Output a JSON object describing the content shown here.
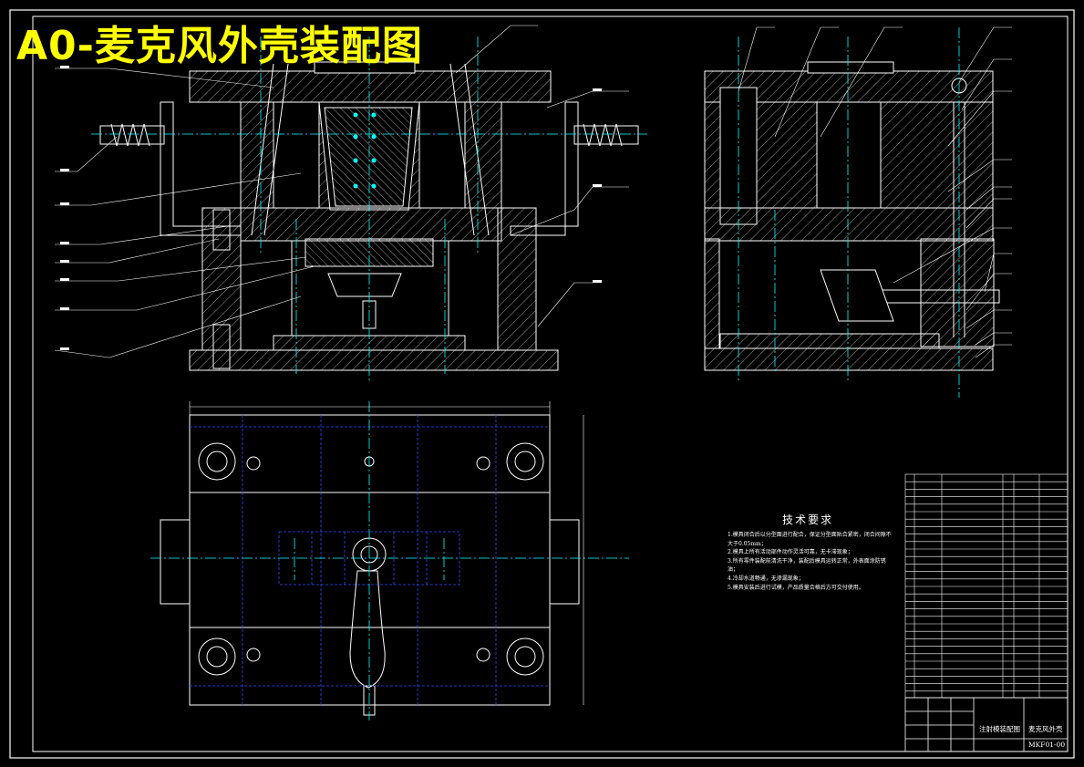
{
  "title": "A0-麦克风外壳装配图",
  "technical_requirements": {
    "heading": "技术要求",
    "items": [
      "1.模具闭合后以分型面进行配合，保证分型面贴合紧密，闭合间隙不大于0.05mm；",
      "2.模具上所有活动部件动作灵活可靠，无卡滞现象；",
      "3.所有零件装配前清洗干净，装配后模具运转正常，外表面涂防锈油；",
      "4.冷却水道畅通，无渗漏现象；",
      "5.模具安装后进行试模，产品质量合格后方可交付使用。"
    ]
  },
  "title_block": {
    "drawing_name": "注射模装配图",
    "part_name": "麦克风外壳",
    "drawing_number": "MKF01-00"
  },
  "colors": {
    "background": "#000000",
    "lines": "#ffffff",
    "centerline": "#00ffff",
    "leader": "#ffffff",
    "hidden": "#2b4bff",
    "title": "#ffff00"
  }
}
